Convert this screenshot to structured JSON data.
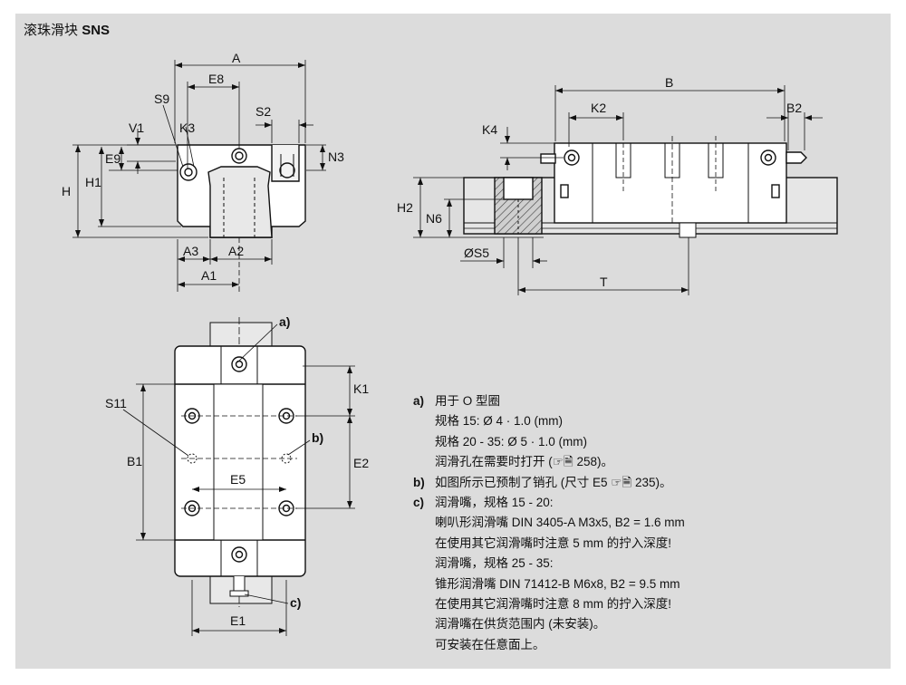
{
  "title": {
    "name": "滚珠滑块",
    "type": "SNS"
  },
  "labels": {
    "A": "A",
    "E8": "E8",
    "S9": "S9",
    "V1": "V1",
    "K3": "K3",
    "S2": "S2",
    "N3": "N3",
    "E9": "E9",
    "H": "H",
    "H1": "H1",
    "A3": "A3",
    "A2": "A2",
    "A1": "A1",
    "B": "B",
    "K2": "K2",
    "B2": "B2",
    "K4": "K4",
    "H2": "H2",
    "N6": "N6",
    "S5": "ØS5",
    "T": "T",
    "a": "a)",
    "b": "b)",
    "c": "c)",
    "K1": "K1",
    "S11": "S11",
    "B1": "B1",
    "E2": "E2",
    "E5": "E5",
    "E1": "E1"
  },
  "notes": {
    "a": {
      "key": "a)",
      "lines": [
        "用于 O 型圈",
        "规格 15: Ø 4 · 1.0 (mm)",
        "规格 20 - 35: Ø 5 · 1.0 (mm)",
        "润滑孔在需要时打开 (☞🗎 258)。"
      ]
    },
    "b": {
      "key": "b)",
      "lines": [
        "如图所示已预制了销孔 (尺寸 E5 ☞🗎 235)。"
      ]
    },
    "c": {
      "key": "c)",
      "lines": [
        "润滑嘴，规格 15 - 20:",
        "喇叭形润滑嘴 DIN 3405-A M3x5, B2 = 1.6 mm",
        "在使用其它润滑嘴时注意 5 mm 的拧入深度!",
        "润滑嘴，规格 25 - 35:",
        "锥形润滑嘴 DIN 71412-B M6x8, B2 = 9.5 mm",
        "在使用其它润滑嘴时注意 8 mm 的拧入深度!",
        "润滑嘴在供货范围内 (未安装)。",
        "可安装在任意面上。"
      ]
    }
  }
}
